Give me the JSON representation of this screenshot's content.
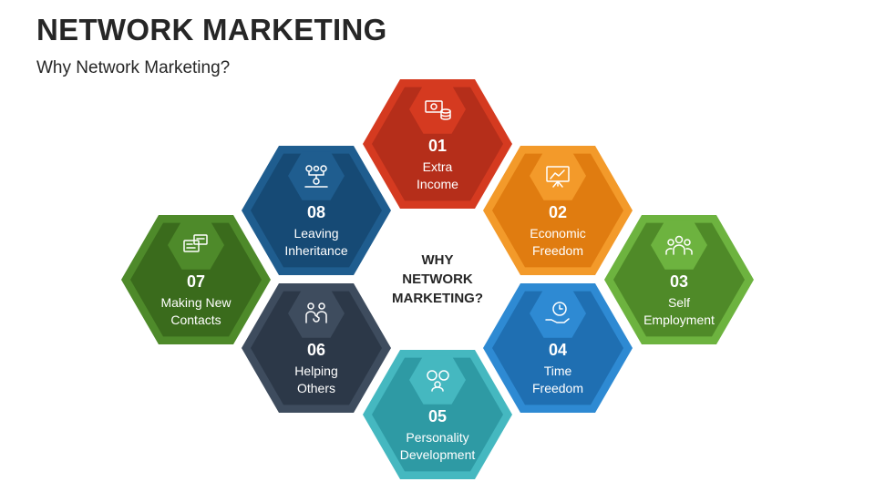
{
  "title": "NETWORK MARKETING",
  "subtitle": "Why Network Marketing?",
  "center_lines": [
    "WHY",
    "NETWORK",
    "MARKETING?"
  ],
  "items": [
    {
      "id": "01",
      "lines": [
        "Extra",
        "Income"
      ],
      "icon": "money-coins-icon",
      "outer": "#D53A20",
      "inner": "#B52E1A"
    },
    {
      "id": "02",
      "lines": [
        "Economic",
        "Freedom"
      ],
      "icon": "presentation-board-icon",
      "outer": "#F39A2A",
      "inner": "#E07C10"
    },
    {
      "id": "03",
      "lines": [
        "Self",
        "Employment"
      ],
      "icon": "team-people-icon",
      "outer": "#6DB33F",
      "inner": "#4F8A28"
    },
    {
      "id": "04",
      "lines": [
        "Time",
        "Freedom"
      ],
      "icon": "clock-hand-icon",
      "outer": "#2E8AD3",
      "inner": "#1F6FB2"
    },
    {
      "id": "05",
      "lines": [
        "Personality",
        "Development"
      ],
      "icon": "faces-people-icon",
      "outer": "#45B8C0",
      "inner": "#2E9AA4"
    },
    {
      "id": "06",
      "lines": [
        "Helping",
        "Others"
      ],
      "icon": "helping-hands-icon",
      "outer": "#3E4C5E",
      "inner": "#2C3848"
    },
    {
      "id": "07",
      "lines": [
        "Making New",
        "Contacts"
      ],
      "icon": "contact-cards-icon",
      "outer": "#4E8A2A",
      "inner": "#3A6B1C"
    },
    {
      "id": "08",
      "lines": [
        "Leaving",
        "Inheritance"
      ],
      "icon": "family-tree-icon",
      "outer": "#1F5D8F",
      "inner": "#164A75"
    }
  ]
}
